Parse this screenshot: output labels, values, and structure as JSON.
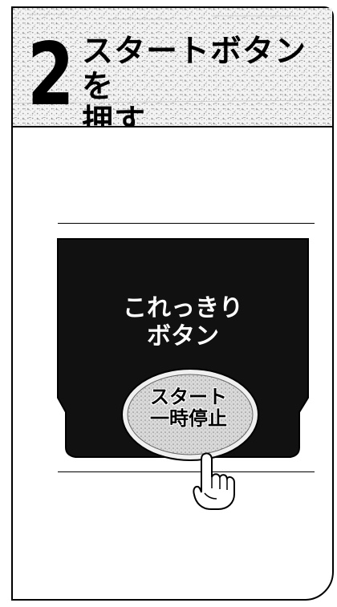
{
  "step": {
    "number": "2",
    "title": "スタートボタンを\n押す"
  },
  "device": {
    "button_label": "これっきり\nボタン",
    "oval_label": "スタート\n一時停止"
  },
  "colors": {
    "frame": "#000000",
    "device_body": "#111111",
    "header_background": "#efefef",
    "button_fill": "#dddddd"
  },
  "icons": {
    "finger": "pointing-hand-icon"
  }
}
